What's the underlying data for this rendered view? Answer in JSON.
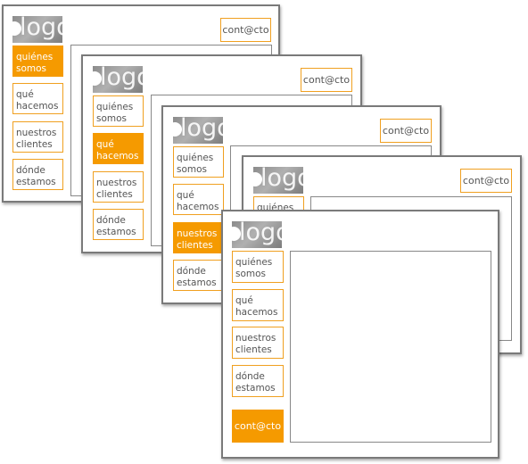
{
  "logo_text": "logo",
  "contact_label": "cont@cto",
  "nav_items": [
    {
      "line1": "quiénes",
      "line2": "somos"
    },
    {
      "line1": "qué",
      "line2": "hacemos"
    },
    {
      "line1": "nuestros",
      "line2": "clientes"
    },
    {
      "line1": "dónde",
      "line2": "estamos"
    }
  ],
  "colors": {
    "accent": "#f59a00",
    "border": "#7a7a7a"
  }
}
